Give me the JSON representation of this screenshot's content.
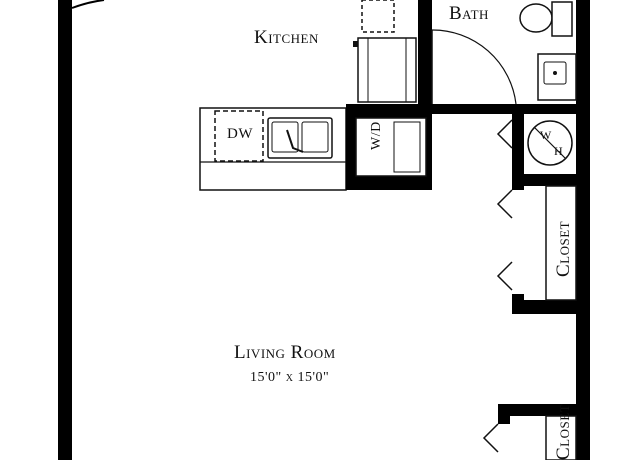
{
  "rooms": {
    "kitchen": "Kitchen",
    "bath": "Bath",
    "living": "Living Room",
    "living_dims": "15'0\" x 15'0\"",
    "closet": "Closet",
    "closet_lower_partial": "Closet"
  },
  "fixtures": {
    "dishwasher": "DW",
    "washer_dryer": "W/D",
    "water_heater_w": "W",
    "water_heater_h": "H"
  },
  "colors": {
    "wall": "#000000",
    "line": "#111111",
    "background": "#ffffff"
  }
}
